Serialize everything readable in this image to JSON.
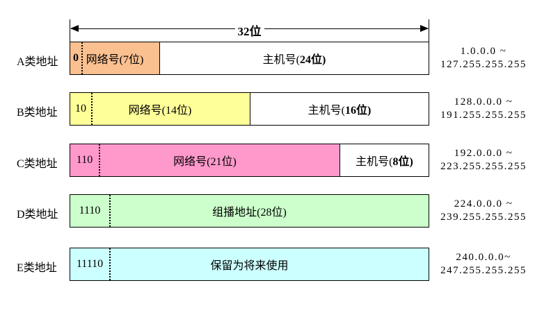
{
  "arrow": {
    "label": "32位"
  },
  "colors": {
    "class_a_network": "#FAC090",
    "class_b_network": "#FFFF99",
    "class_c_network": "#FF99CC",
    "class_d_body": "#CCFFCC",
    "class_e_body": "#CCFFFF",
    "host_fill": "#FFFFFF",
    "line": "#000000"
  },
  "rows": [
    {
      "label": "A类地址",
      "prefix": "0",
      "network_label": "网络号(7位)",
      "host_label_pre": "主机号(",
      "host_label_bold": "24位)",
      "network_color": "#FAC090",
      "range_line1": "1.0.0.0 ~",
      "range_line2": "127.255.255.255"
    },
    {
      "label": "B类地址",
      "prefix": "10",
      "network_label": "网络号(14位)",
      "host_label_pre": "主机号(",
      "host_label_bold": "16位)",
      "network_color": "#FFFF99",
      "range_line1": "128.0.0.0 ~",
      "range_line2": "191.255.255.255"
    },
    {
      "label": "C类地址",
      "prefix": "110",
      "network_label": "网络号(21位)",
      "host_label_pre": "主机号(",
      "host_label_bold": "8位)",
      "network_color": "#FF99CC",
      "range_line1": "192.0.0.0 ~",
      "range_line2": "223.255.255.255"
    },
    {
      "label": "D类地址",
      "prefix": "1110",
      "body_label": "组播地址(28位)",
      "body_color": "#CCFFCC",
      "range_line1": "224.0.0.0 ~",
      "range_line2": "239.255.255.255"
    },
    {
      "label": "E类地址",
      "prefix": "11110",
      "body_label": "保留为将来使用",
      "body_color": "#CCFFFF",
      "range_line1": "240.0.0.0~",
      "range_line2": "247.255.255.255"
    }
  ]
}
